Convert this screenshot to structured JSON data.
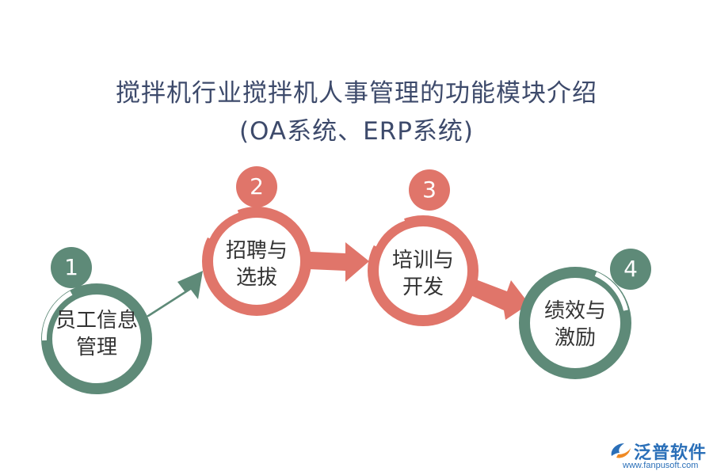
{
  "title": {
    "line1": "搅拌机行业搅拌机人事管理的功能模块介绍",
    "line2": "(OA系统、ERP系统)"
  },
  "steps": [
    {
      "number": "1",
      "line1": "员工信息",
      "line2": "管理",
      "color": "#5e8a78"
    },
    {
      "number": "2",
      "line1": "招聘与",
      "line2": "选拔",
      "color": "#e0756a"
    },
    {
      "number": "3",
      "line1": "培训与",
      "line2": "开发",
      "color": "#e0756a"
    },
    {
      "number": "4",
      "line1": "绩效与",
      "line2": "激励",
      "color": "#5e8a78"
    }
  ],
  "logo": {
    "name": "泛普软件",
    "url": "www.fanpusoft.com",
    "icon": "fanpu-logo-icon"
  }
}
